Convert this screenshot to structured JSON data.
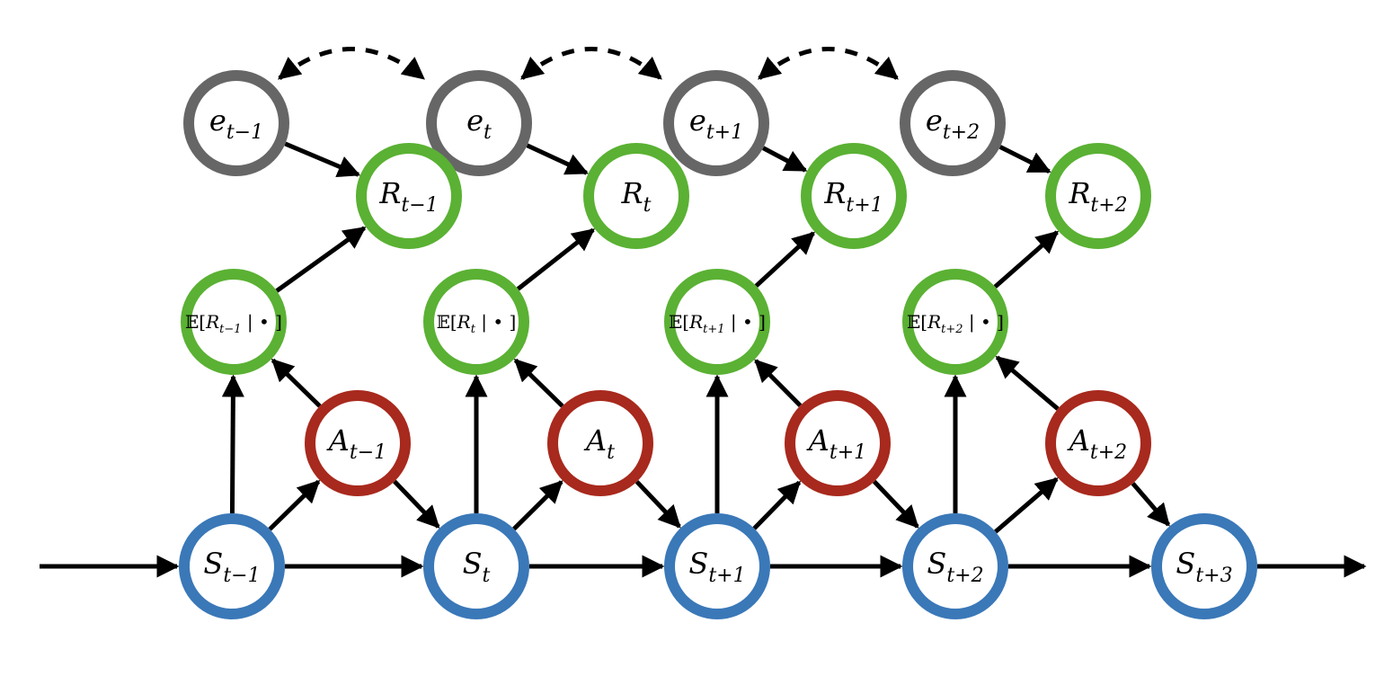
{
  "colors": {
    "state": "#3a78b8",
    "action": "#a8291d",
    "reward": "#5ab133",
    "exogenous": "#666666",
    "edge": "#000000"
  },
  "nodes": [
    {
      "id": "e_tm1",
      "kind": "exogenous",
      "symbol": "e",
      "sub": "t−1"
    },
    {
      "id": "e_t",
      "kind": "exogenous",
      "symbol": "e",
      "sub": "t"
    },
    {
      "id": "e_tp1",
      "kind": "exogenous",
      "symbol": "e",
      "sub": "t+1"
    },
    {
      "id": "e_tp2",
      "kind": "exogenous",
      "symbol": "e",
      "sub": "t+2"
    },
    {
      "id": "R_tm1",
      "kind": "reward",
      "symbol": "R",
      "sub": "t−1"
    },
    {
      "id": "R_t",
      "kind": "reward",
      "symbol": "R",
      "sub": "t"
    },
    {
      "id": "R_tp1",
      "kind": "reward",
      "symbol": "R",
      "sub": "t+1"
    },
    {
      "id": "R_tp2",
      "kind": "reward",
      "symbol": "R",
      "sub": "t+2"
    },
    {
      "id": "ER_tm1",
      "kind": "expected-reward",
      "prefix": "𝔼[",
      "symbol": "R",
      "sub": "t−1",
      "suffix": " | • ]"
    },
    {
      "id": "ER_t",
      "kind": "expected-reward",
      "prefix": "𝔼[",
      "symbol": "R",
      "sub": "t",
      "suffix": " | • ]"
    },
    {
      "id": "ER_tp1",
      "kind": "expected-reward",
      "prefix": "𝔼[",
      "symbol": "R",
      "sub": "t+1",
      "suffix": " | • ]"
    },
    {
      "id": "ER_tp2",
      "kind": "expected-reward",
      "prefix": "𝔼[",
      "symbol": "R",
      "sub": "t+2",
      "suffix": " | • ]"
    },
    {
      "id": "A_tm1",
      "kind": "action",
      "symbol": "A",
      "sub": "t−1"
    },
    {
      "id": "A_t",
      "kind": "action",
      "symbol": "A",
      "sub": "t"
    },
    {
      "id": "A_tp1",
      "kind": "action",
      "symbol": "A",
      "sub": "t+1"
    },
    {
      "id": "A_tp2",
      "kind": "action",
      "symbol": "A",
      "sub": "t+2"
    },
    {
      "id": "S_tm1",
      "kind": "state",
      "symbol": "S",
      "sub": "t−1"
    },
    {
      "id": "S_t",
      "kind": "state",
      "symbol": "S",
      "sub": "t"
    },
    {
      "id": "S_tp1",
      "kind": "state",
      "symbol": "S",
      "sub": "t+1"
    },
    {
      "id": "S_tp2",
      "kind": "state",
      "symbol": "S",
      "sub": "t+2"
    },
    {
      "id": "S_tp3",
      "kind": "state",
      "symbol": "S",
      "sub": "t+3"
    }
  ],
  "edges": [
    {
      "from": "in",
      "to": "S_tm1"
    },
    {
      "from": "S_tm1",
      "to": "S_t"
    },
    {
      "from": "S_t",
      "to": "S_tp1"
    },
    {
      "from": "S_tp1",
      "to": "S_tp2"
    },
    {
      "from": "S_tp2",
      "to": "S_tp3"
    },
    {
      "from": "S_tp3",
      "to": "out"
    },
    {
      "from": "S_tm1",
      "to": "A_tm1"
    },
    {
      "from": "S_t",
      "to": "A_t"
    },
    {
      "from": "S_tp1",
      "to": "A_tp1"
    },
    {
      "from": "S_tp2",
      "to": "A_tp2"
    },
    {
      "from": "A_tm1",
      "to": "S_t"
    },
    {
      "from": "A_t",
      "to": "S_tp1"
    },
    {
      "from": "A_tp1",
      "to": "S_tp2"
    },
    {
      "from": "A_tp2",
      "to": "S_tp3"
    },
    {
      "from": "S_tm1",
      "to": "ER_tm1"
    },
    {
      "from": "S_t",
      "to": "ER_t"
    },
    {
      "from": "S_tp1",
      "to": "ER_tp1"
    },
    {
      "from": "S_tp2",
      "to": "ER_tp2"
    },
    {
      "from": "A_tm1",
      "to": "ER_tm1"
    },
    {
      "from": "A_t",
      "to": "ER_t"
    },
    {
      "from": "A_tp1",
      "to": "ER_tp1"
    },
    {
      "from": "A_tp2",
      "to": "ER_tp2"
    },
    {
      "from": "ER_tm1",
      "to": "R_tm1"
    },
    {
      "from": "ER_t",
      "to": "R_t"
    },
    {
      "from": "ER_tp1",
      "to": "R_tp1"
    },
    {
      "from": "ER_tp2",
      "to": "R_tp2"
    },
    {
      "from": "e_tm1",
      "to": "R_tm1"
    },
    {
      "from": "e_t",
      "to": "R_t"
    },
    {
      "from": "e_tp1",
      "to": "R_tp1"
    },
    {
      "from": "e_tp2",
      "to": "R_tp2"
    },
    {
      "from": "e_tm1",
      "to": "e_t",
      "style": "dashed",
      "bidirectional": true
    },
    {
      "from": "e_t",
      "to": "e_tp1",
      "style": "dashed",
      "bidirectional": true
    },
    {
      "from": "e_tp1",
      "to": "e_tp2",
      "style": "dashed",
      "bidirectional": true
    }
  ]
}
